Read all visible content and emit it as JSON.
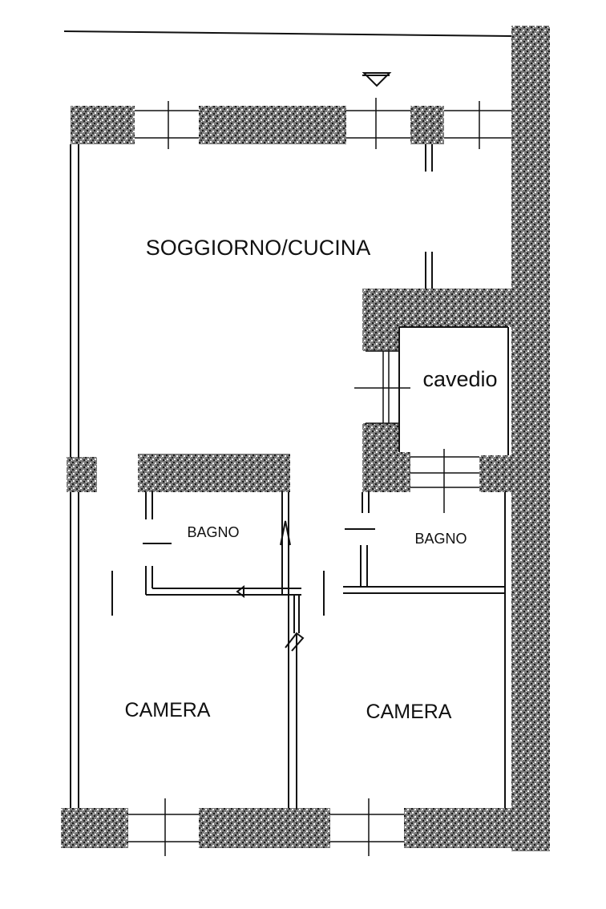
{
  "plan": {
    "rooms": {
      "living_kitchen": "SOGGIORNO/CUCINA",
      "lightwell": "cavedio",
      "bathroom_left": "BAGNO",
      "bathroom_right": "BAGNO",
      "bedroom_left": "CAMERA",
      "bedroom_right": "CAMERA"
    },
    "colors": {
      "wall_base": "#7a7a7a",
      "wall_speckle_dark": "#1a1a1a",
      "wall_speckle_light": "#ffffff",
      "line": "#111111",
      "background": "#ffffff"
    }
  }
}
